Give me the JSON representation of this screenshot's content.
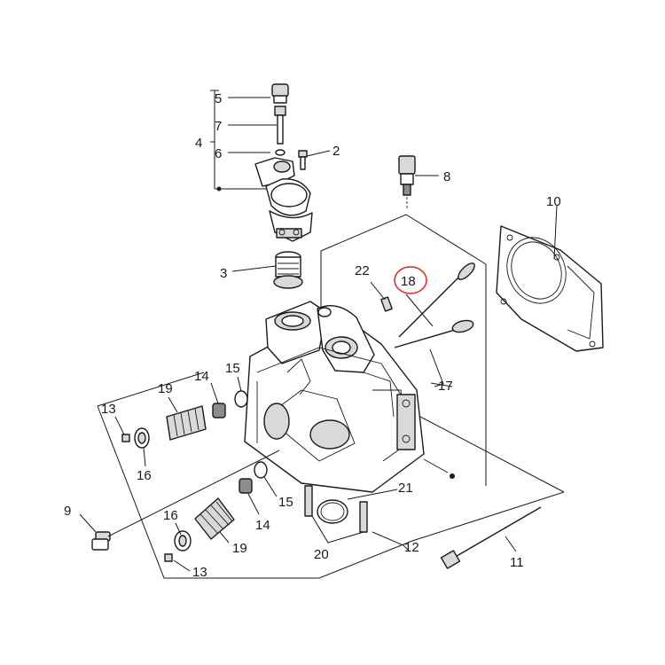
{
  "labels": {
    "l2": "2",
    "l3": "3",
    "l4": "4",
    "l5": "5",
    "l6": "6",
    "l7": "7",
    "l8": "8",
    "l9": "9",
    "l10": "10",
    "l11": "11",
    "l12": "12",
    "l13a": "13",
    "l13b": "13",
    "l14a": "14",
    "l14b": "14",
    "l15a": "15",
    "l15b": "15",
    "l16a": "16",
    "l16b": "16",
    "l17": "17",
    "l18": "18",
    "l19a": "19",
    "l19b": "19",
    "l20": "20",
    "l21": "21",
    "l22": "22"
  },
  "colors": {
    "highlight": "#e0242b",
    "ink": "#1a1a1a"
  }
}
